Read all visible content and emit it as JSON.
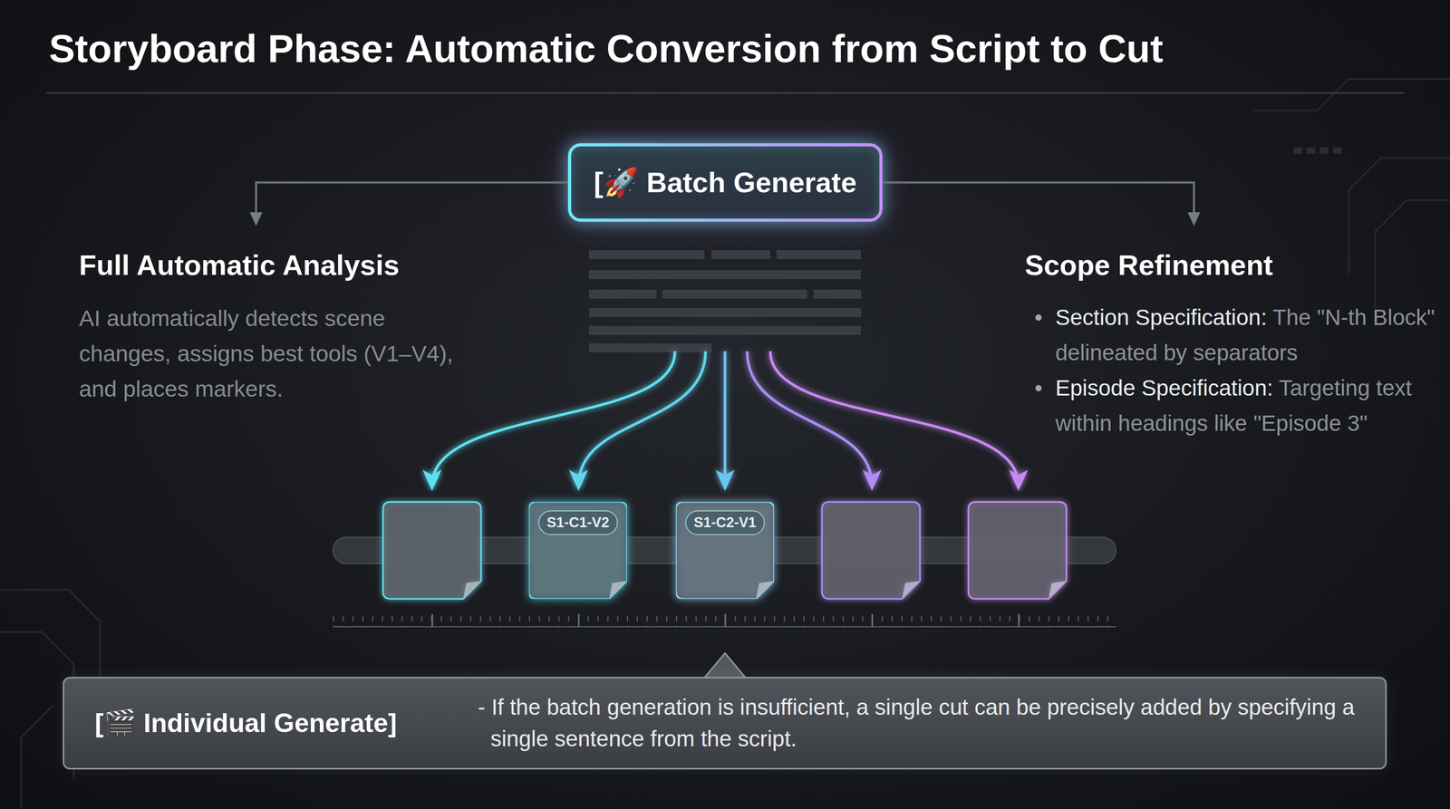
{
  "diagram": {
    "title": "Storyboard Phase: Automatic Conversion from Script to Cut",
    "nodes": [
      {
        "text": [
          "[🚀 Batch Generate"
        ]
      },
      {
        "text": [
          "Full Automatic Analysis",
          "AI automatically detects scene changes, assigns best tools (V1–V4), and places markers."
        ]
      },
      {
        "text": [
          "Scope Refinement",
          "Section Specification:",
          "The \"N-th Block\" delineated by separators",
          "Episode Specification:",
          "Targeting text within headings like \"Episode 3\""
        ]
      },
      {
        "text": [
          "S1-C1-V2"
        ]
      },
      {
        "text": [
          "S1-C2-V1"
        ]
      },
      {
        "text": [
          "[🎬 Individual Generate]",
          "- If the batch generation is insufficient, a single cut can be precisely added by specifying a single sentence from the script."
        ]
      }
    ],
    "edges": [
      {
        "from": 0,
        "to": 1,
        "arrow": "to"
      },
      {
        "from": 0,
        "to": 2,
        "arrow": "to"
      }
    ]
  }
}
